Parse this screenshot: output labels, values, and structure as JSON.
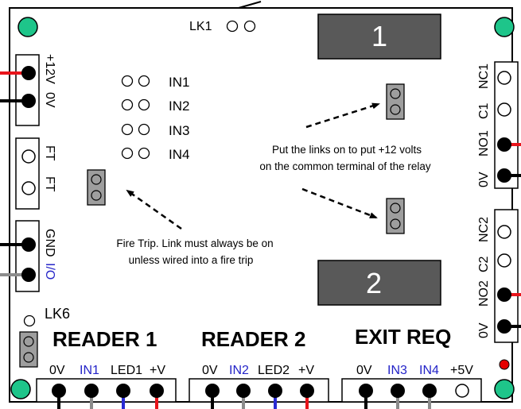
{
  "board": {
    "lk1": "LK1",
    "lk6": "LK6",
    "relays": [
      "1",
      "2"
    ],
    "inputs": [
      "IN1",
      "IN2",
      "IN3",
      "IN4"
    ],
    "left_terminals": {
      "power": [
        "+12V",
        "0V"
      ],
      "fire_trip": [
        "FT",
        "FT"
      ],
      "gnd_io": {
        "gnd": "GND",
        "io": "I/O"
      }
    },
    "right_terminals": {
      "relay1": [
        "NC1",
        "C1",
        "NO1",
        "0V"
      ],
      "relay2": [
        "NC2",
        "C2",
        "NO2",
        "0V"
      ]
    },
    "headings": {
      "reader1": "READER 1",
      "reader2": "READER 2",
      "exit": "EXIT REQ"
    },
    "bottom_terminals": {
      "reader1": [
        "0V",
        "IN1",
        "LED1",
        "+V"
      ],
      "reader2": [
        "0V",
        "IN2",
        "LED2",
        "+V"
      ],
      "exit": [
        "0V",
        "IN3",
        "IN4",
        "+5V"
      ]
    },
    "notes": {
      "relay_links": [
        "Put the links on to put +12 volts",
        "on the common terminal of the relay"
      ],
      "fire_trip": [
        "Fire Trip. Link must always be on",
        "unless wired into a fire trip"
      ]
    }
  },
  "colors": {
    "mount_hole": "#1ec58a",
    "relay_body": "#595959",
    "jumper": "#9e9e9e",
    "wire_red": "#e8141b",
    "wire_grey": "#8c8c8c",
    "wire_blue": "#2a2ad4",
    "text_blue": "#2424c8",
    "led_red": "#e60000"
  }
}
